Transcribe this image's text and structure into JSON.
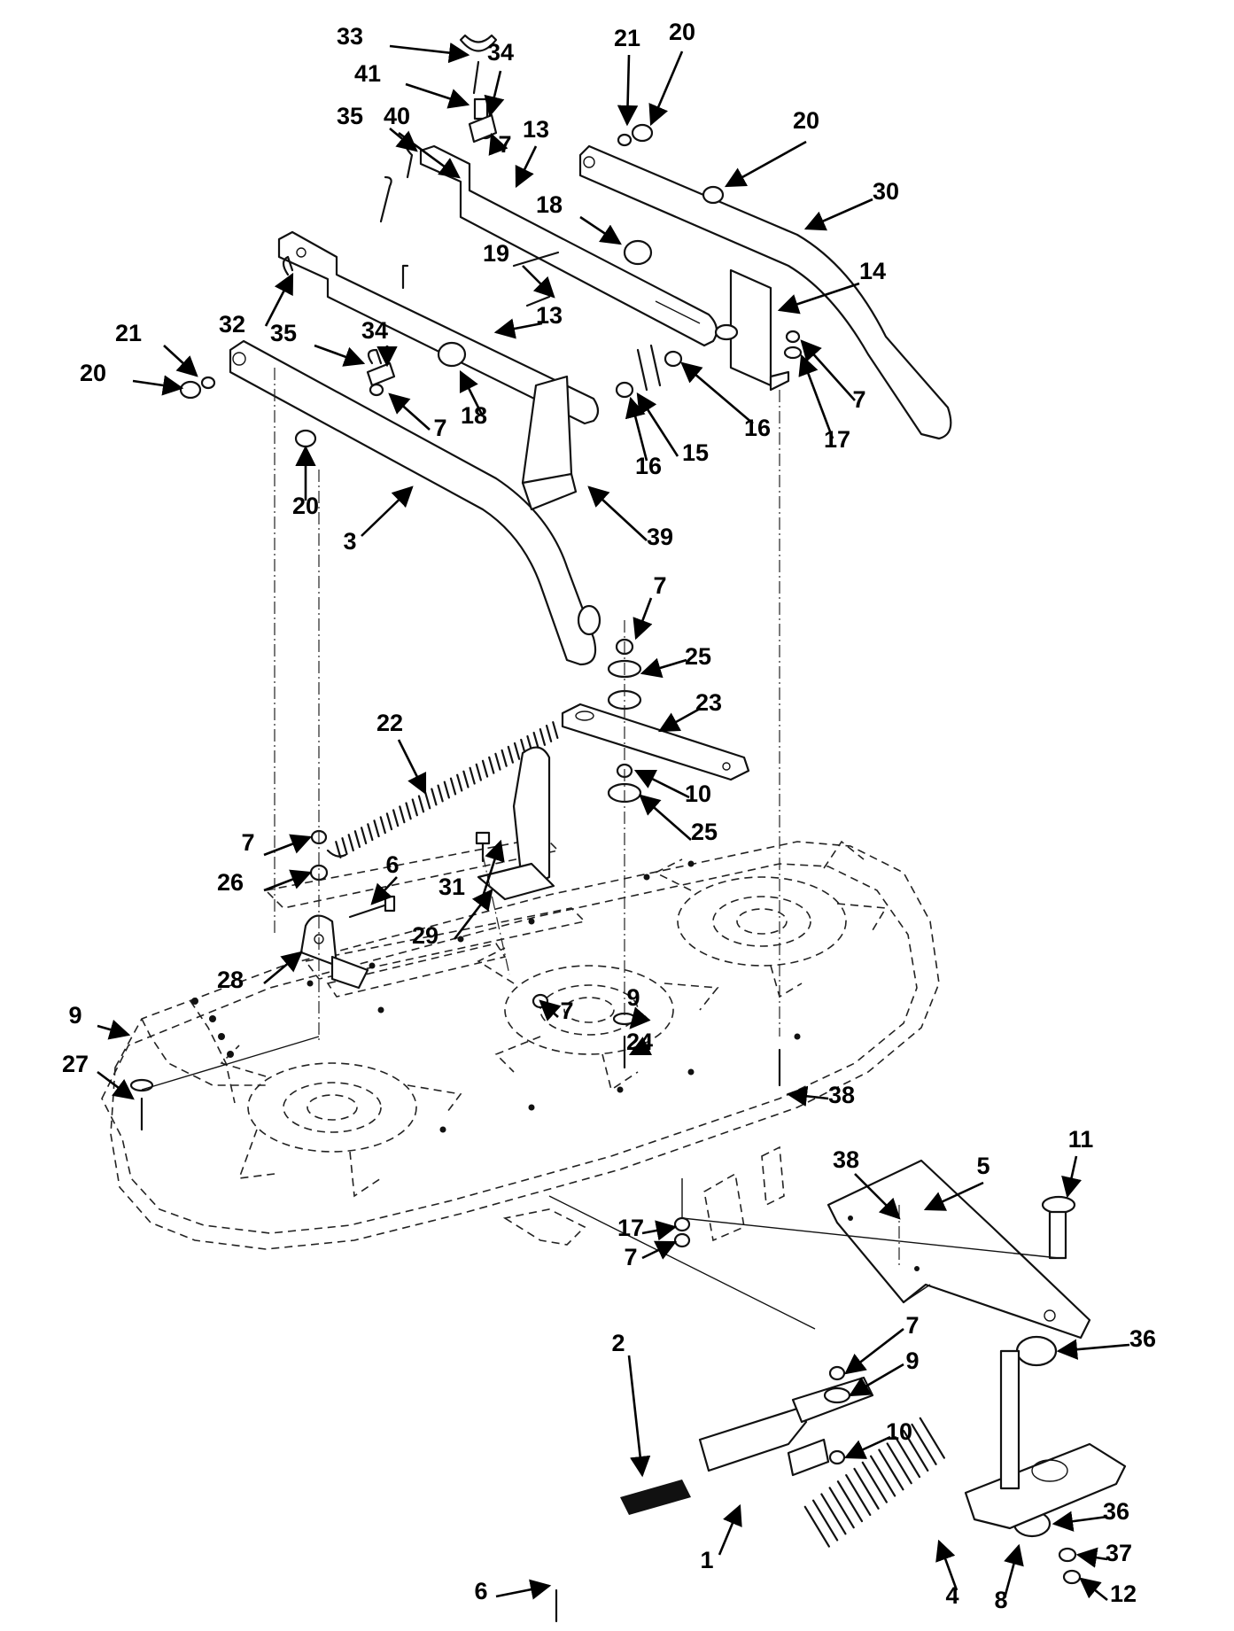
{
  "callouts": [
    {
      "id": "c33a",
      "label": "33"
    },
    {
      "id": "c41",
      "label": "41"
    },
    {
      "id": "c34a",
      "label": "34"
    },
    {
      "id": "c35a",
      "label": "35"
    },
    {
      "id": "c7a",
      "label": "7"
    },
    {
      "id": "c13a",
      "label": "13"
    },
    {
      "id": "c21a",
      "label": "21"
    },
    {
      "id": "c20a",
      "label": "20"
    },
    {
      "id": "c20b",
      "label": "20"
    },
    {
      "id": "c30",
      "label": "30"
    },
    {
      "id": "c40",
      "label": "40"
    },
    {
      "id": "c18a",
      "label": "18"
    },
    {
      "id": "c19",
      "label": "19"
    },
    {
      "id": "c14",
      "label": "14"
    },
    {
      "id": "c13b",
      "label": "13"
    },
    {
      "id": "c32",
      "label": "32"
    },
    {
      "id": "c35b",
      "label": "35"
    },
    {
      "id": "c34b",
      "label": "34"
    },
    {
      "id": "c21b",
      "label": "21"
    },
    {
      "id": "c20c",
      "label": "20"
    },
    {
      "id": "c7b",
      "label": "7"
    },
    {
      "id": "c18b",
      "label": "18"
    },
    {
      "id": "c16a",
      "label": "16"
    },
    {
      "id": "c15",
      "label": "15"
    },
    {
      "id": "c16b",
      "label": "16"
    },
    {
      "id": "c7c",
      "label": "7"
    },
    {
      "id": "c17a",
      "label": "17"
    },
    {
      "id": "c20d",
      "label": "20"
    },
    {
      "id": "c3",
      "label": "3"
    },
    {
      "id": "c39",
      "label": "39"
    },
    {
      "id": "c7d",
      "label": "7"
    },
    {
      "id": "c25a",
      "label": "25"
    },
    {
      "id": "c23",
      "label": "23"
    },
    {
      "id": "c22",
      "label": "22"
    },
    {
      "id": "c10a",
      "label": "10"
    },
    {
      "id": "c25b",
      "label": "25"
    },
    {
      "id": "c7e",
      "label": "7"
    },
    {
      "id": "c31",
      "label": "31"
    },
    {
      "id": "c26",
      "label": "26"
    },
    {
      "id": "c6a",
      "label": "6"
    },
    {
      "id": "c29",
      "label": "29"
    },
    {
      "id": "c28",
      "label": "28"
    },
    {
      "id": "c9a",
      "label": "9"
    },
    {
      "id": "c7f",
      "label": "7"
    },
    {
      "id": "c9b",
      "label": "9"
    },
    {
      "id": "c24",
      "label": "24"
    },
    {
      "id": "c27",
      "label": "27"
    },
    {
      "id": "c38a",
      "label": "38"
    },
    {
      "id": "c5",
      "label": "5"
    },
    {
      "id": "c11",
      "label": "11"
    },
    {
      "id": "c38b",
      "label": "38"
    },
    {
      "id": "c17b",
      "label": "17"
    },
    {
      "id": "c7g",
      "label": "7"
    },
    {
      "id": "c7h",
      "label": "7"
    },
    {
      "id": "c9c",
      "label": "9"
    },
    {
      "id": "c36a",
      "label": "36"
    },
    {
      "id": "c6b",
      "label": "6"
    },
    {
      "id": "c2",
      "label": "2"
    },
    {
      "id": "c10b",
      "label": "10"
    },
    {
      "id": "c1",
      "label": "1"
    },
    {
      "id": "c4",
      "label": "4"
    },
    {
      "id": "c8",
      "label": "8"
    },
    {
      "id": "c36b",
      "label": "36"
    },
    {
      "id": "c37",
      "label": "37"
    },
    {
      "id": "c12",
      "label": "12"
    }
  ]
}
